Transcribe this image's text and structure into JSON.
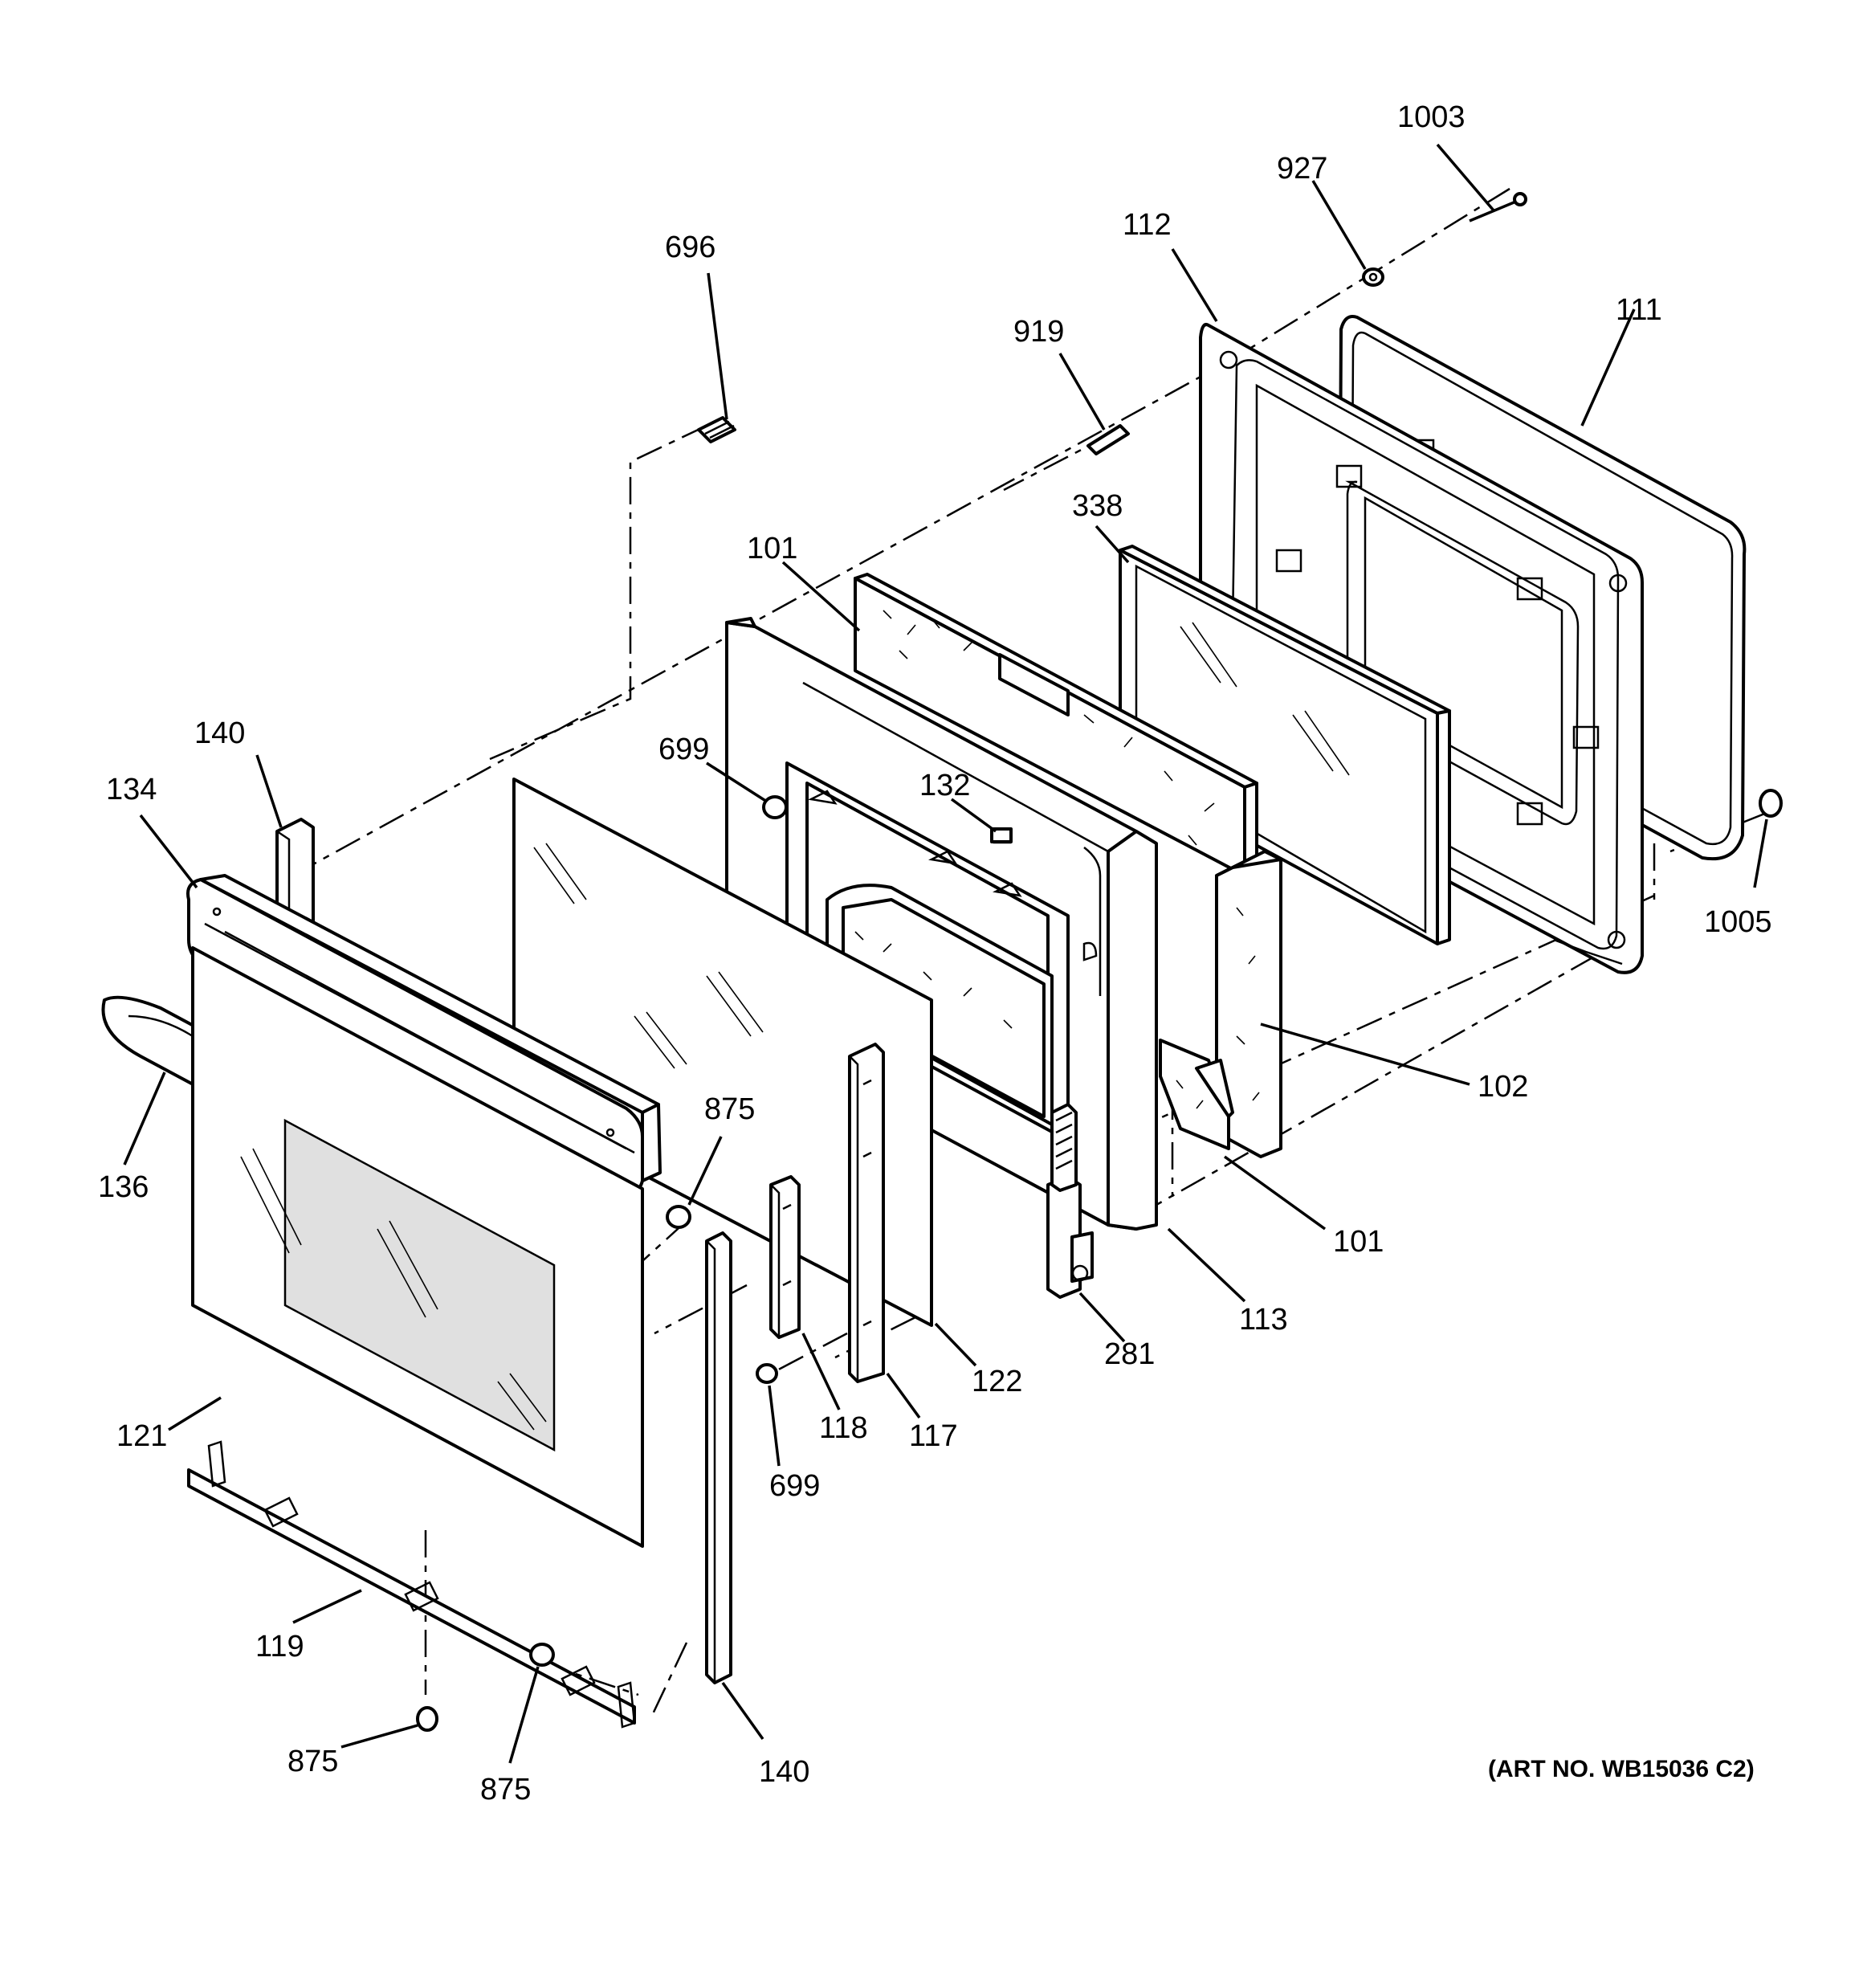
{
  "art_number": "(ART NO. WB15036 C2)",
  "callouts": {
    "c1003": "1003",
    "c927": "927",
    "c112": "112",
    "c111": "111",
    "c696": "696",
    "c919": "919",
    "c338": "338",
    "c101_top": "101",
    "c699_upper": "699",
    "c132": "132",
    "c140_top": "140",
    "c134": "134",
    "c1005": "1005",
    "c102": "102",
    "c136": "136",
    "c875_mid": "875",
    "c101_bottom": "101",
    "c113": "113",
    "c281": "281",
    "c122": "122",
    "c121": "121",
    "c118": "118",
    "c117": "117",
    "c699_lower": "699",
    "c119": "119",
    "c875_left": "875",
    "c875_bottom": "875",
    "c140_bottom": "140"
  }
}
